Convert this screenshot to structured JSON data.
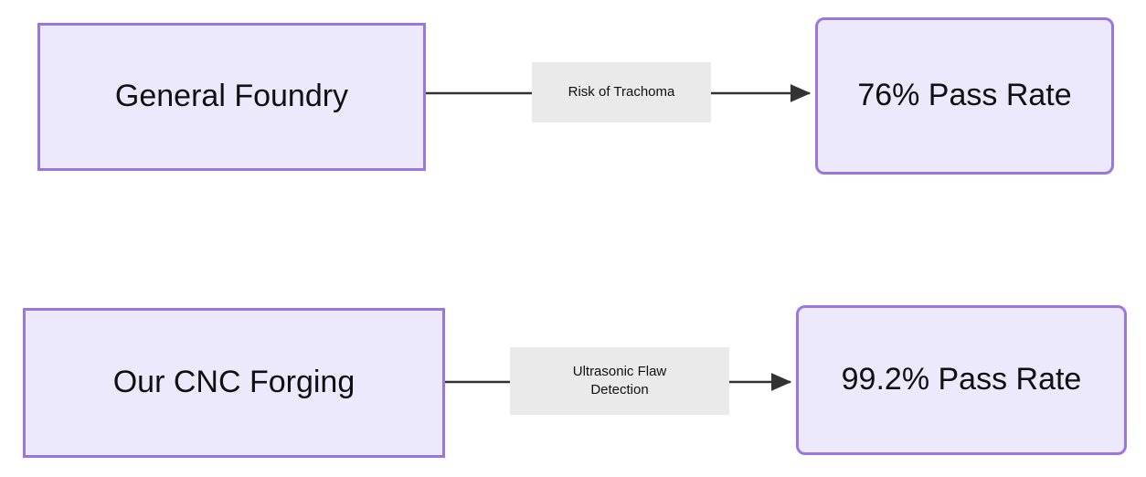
{
  "diagram": {
    "type": "flowchart",
    "direction": "left-to-right",
    "background_color": "#FFFFFF",
    "node_fill_color": "#ECE9FC",
    "node_border_color": "#9A76E0",
    "edge_color": "#333333",
    "edge_label_background": "#EAEAEA",
    "text_color": "#101010",
    "rows": [
      {
        "id": "row-1",
        "source": {
          "id": "node-source-1",
          "label": "General Foundry",
          "shape": "rectangle"
        },
        "edge": {
          "id": "edge-1",
          "label": "Risk of Trachoma",
          "arrow": "arrow-right"
        },
        "target": {
          "id": "node-target-1",
          "label": "76% Pass Rate",
          "shape": "rounded-rectangle"
        }
      },
      {
        "id": "row-2",
        "source": {
          "id": "node-source-2",
          "label": "Our CNC Forging",
          "shape": "rectangle"
        },
        "edge": {
          "id": "edge-2",
          "label_line1": "Ultrasonic Flaw",
          "label_line2": "Detection",
          "arrow": "arrow-right"
        },
        "target": {
          "id": "node-target-2",
          "label": "99.2% Pass Rate",
          "shape": "rounded-rectangle"
        }
      }
    ]
  }
}
